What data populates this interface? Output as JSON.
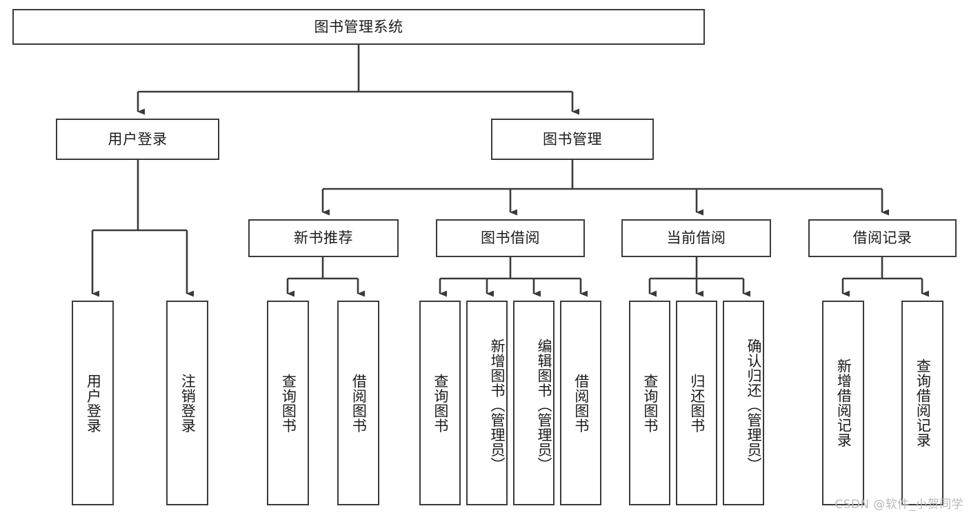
{
  "diagram": {
    "title": "图书管理系统",
    "type": "tree-hierarchy",
    "levels": 4,
    "root": {
      "id": "root",
      "label": "图书管理系统"
    },
    "level2": [
      {
        "id": "user-login",
        "label": "用户登录"
      },
      {
        "id": "book-manage",
        "label": "图书管理"
      }
    ],
    "level3": [
      {
        "id": "new-book-recommend",
        "label": "新书推荐",
        "parent": "book-manage"
      },
      {
        "id": "book-borrow",
        "label": "图书借阅",
        "parent": "book-manage"
      },
      {
        "id": "current-borrow",
        "label": "当前借阅",
        "parent": "book-manage"
      },
      {
        "id": "borrow-record",
        "label": "借阅记录",
        "parent": "book-manage"
      }
    ],
    "leaves": {
      "user_login": [
        {
          "id": "leaf-user-login",
          "label": "用户登录"
        },
        {
          "id": "leaf-user-logout",
          "label": "注销登录"
        }
      ],
      "new_book_recommend": [
        {
          "id": "leaf-query-book-1",
          "label": "查询图书"
        },
        {
          "id": "leaf-borrow-book-1",
          "label": "借阅图书"
        }
      ],
      "book_borrow": [
        {
          "id": "leaf-query-book-2",
          "label": "查询图书"
        },
        {
          "id": "leaf-add-book",
          "label": "新增图书（管理员）"
        },
        {
          "id": "leaf-edit-book",
          "label": "编辑图书（管理员）"
        },
        {
          "id": "leaf-borrow-book-2",
          "label": "借阅图书"
        }
      ],
      "current_borrow": [
        {
          "id": "leaf-query-book-3",
          "label": "查询图书"
        },
        {
          "id": "leaf-return-book",
          "label": "归还图书"
        },
        {
          "id": "leaf-confirm-return",
          "label": "确认归还（管理员）"
        }
      ],
      "borrow_record": [
        {
          "id": "leaf-add-record",
          "label": "新增借阅记录"
        },
        {
          "id": "leaf-query-record",
          "label": "查询借阅记录"
        }
      ]
    }
  },
  "watermark": {
    "text": "CSDN @软件_小贺同学"
  },
  "colors": {
    "box_border": "#3a3a3a",
    "box_fill": "#ffffff",
    "edge": "#3a3a3a",
    "text": "#1b1b1b",
    "watermark": "#b9b9b9",
    "background": "#ffffff"
  }
}
